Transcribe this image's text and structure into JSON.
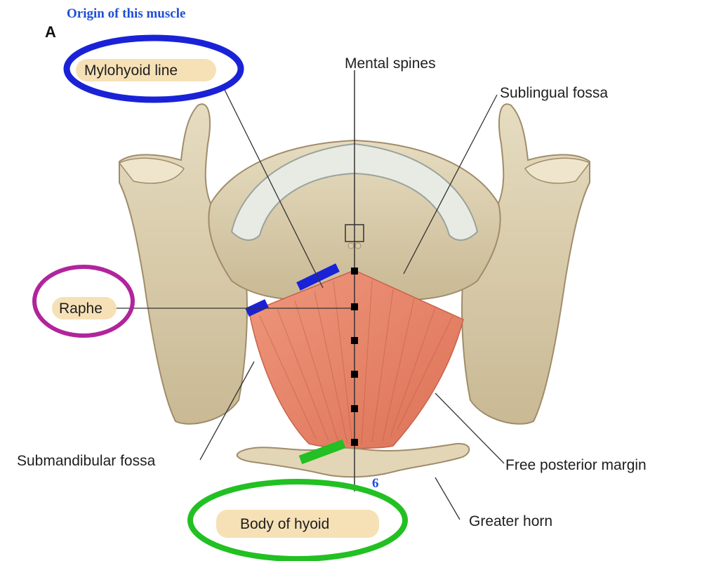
{
  "heading": "Origin of this muscle",
  "panel_letter": "A",
  "labels": {
    "mylohyoid_line": "Mylohyoid line",
    "mental_spines": "Mental spines",
    "sublingual_fossa": "Sublingual fossa",
    "raphe": "Raphe",
    "submandibular_fossa": "Submandibular fossa",
    "free_posterior_margin": "Free posterior margin",
    "greater_horn": "Greater horn",
    "body_of_hyoid": "Body of hyoid"
  },
  "annotation_number": "6",
  "colors": {
    "heading": "#1f4fd6",
    "origin_circle": "#1a22d8",
    "raphe_circle": "#b0259c",
    "insertion_circle": "#22c022",
    "muscle": "#e8856a",
    "bone": "#dccfae",
    "bone_shadow": "#a89574",
    "highlight": "#f6dfb3",
    "teeth": "#e8ebe4"
  }
}
